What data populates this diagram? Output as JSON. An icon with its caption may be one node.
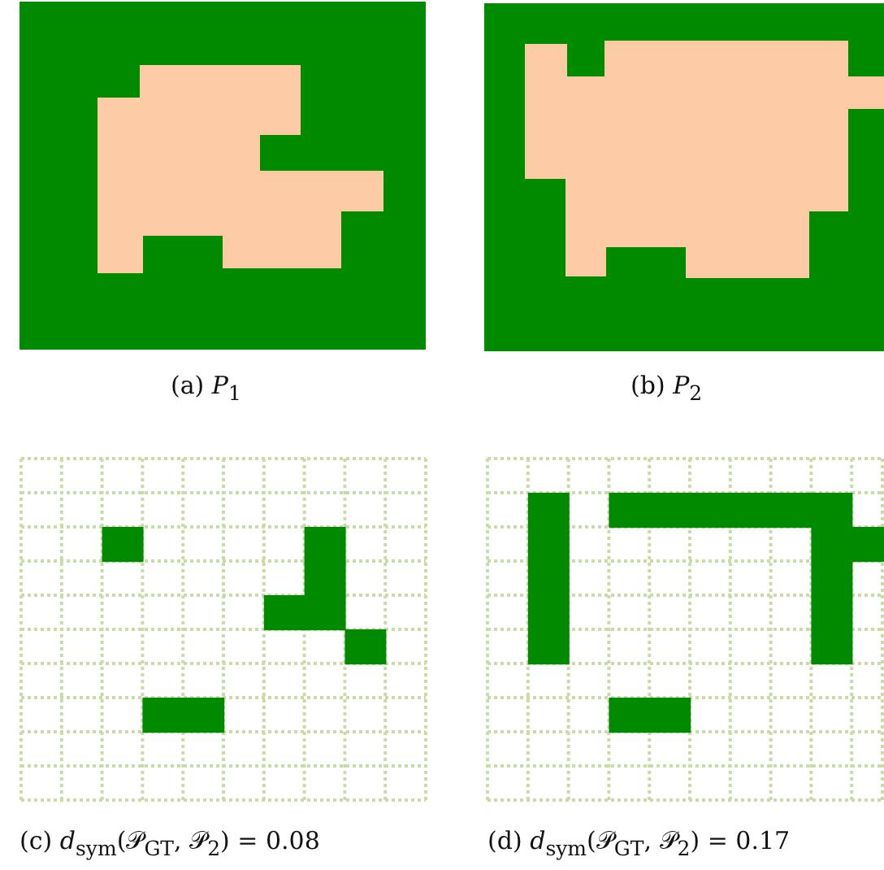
{
  "diagram": {
    "labels": [
      "(a) *P*$_{1}$",
      "(b) *P*$_{2}$",
      "(c) *d*$_{sym}$(𝒫$_{GT}$, 𝒫$_{2}$) = 0.08",
      "(d) *d*$_{sym}$(𝒫$_{GT}$, 𝒫$_{2}$) = 0.17"
    ]
  }
}
